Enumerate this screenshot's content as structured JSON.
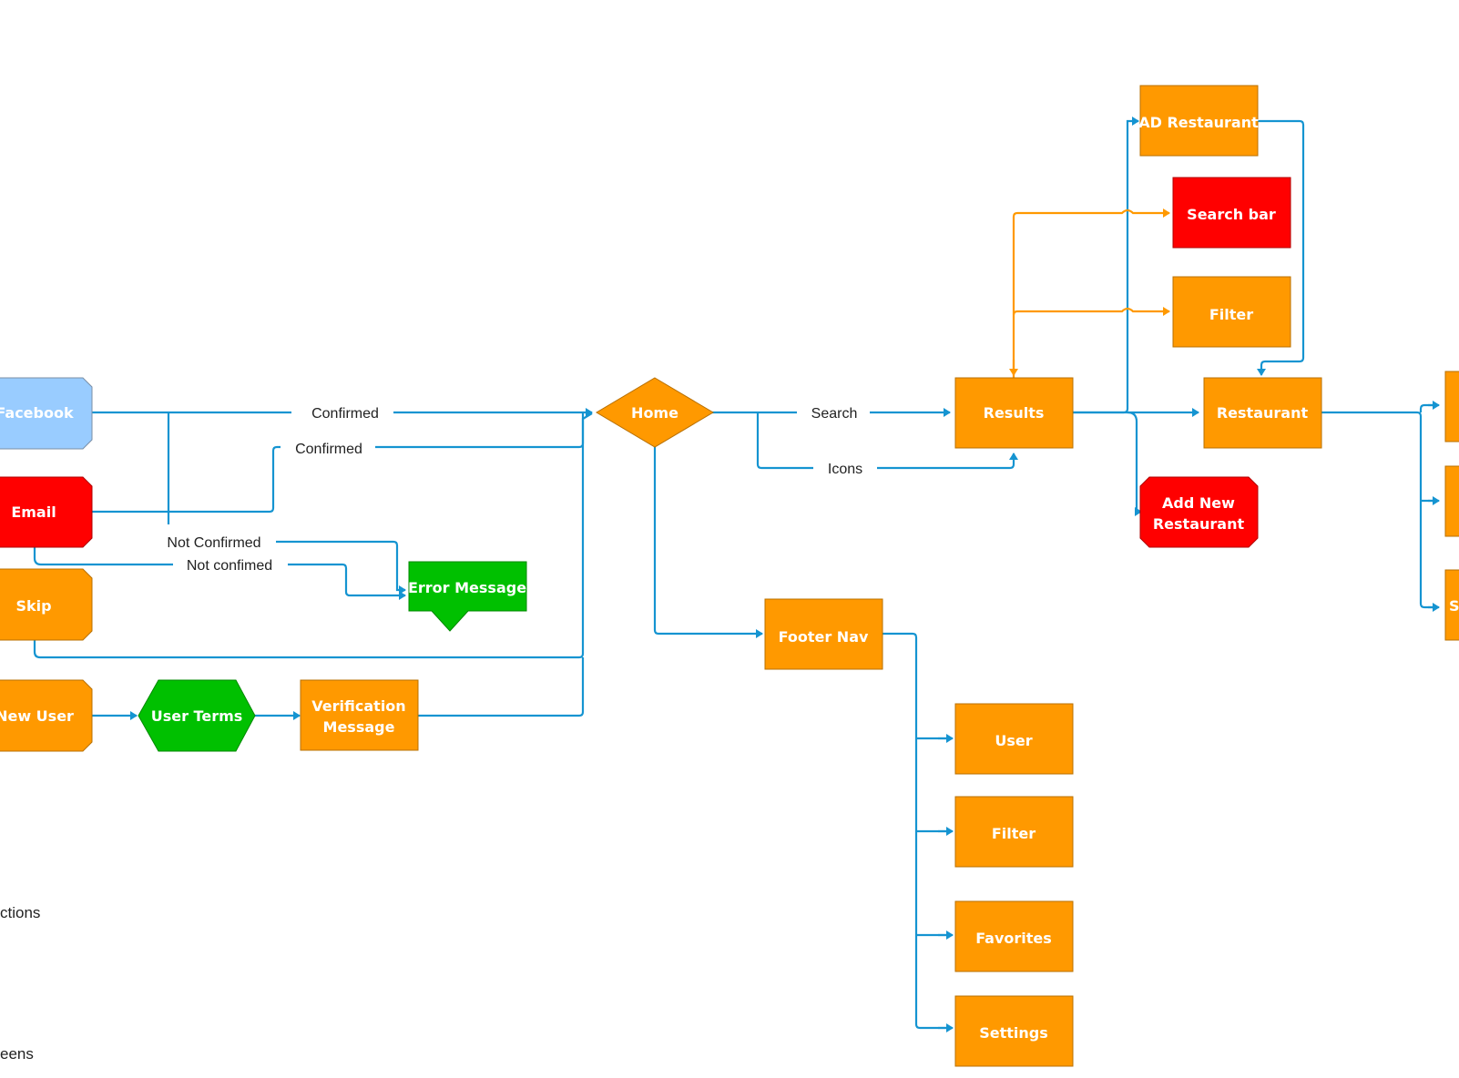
{
  "colors": {
    "orange": "#ff9900",
    "red": "#ff0000",
    "green": "#00c000",
    "light_blue": "#99ccff",
    "connector_blue": "#1594d1",
    "connector_orange": "#ff9900"
  },
  "nodes": {
    "facebook": "Facebook",
    "email": "Email",
    "skip": "Skip",
    "new_user": "New User",
    "user_terms": "User Terms",
    "verification_line1": "Verification",
    "verification_line2": "Message",
    "error_message": "Error Message",
    "home": "Home",
    "results": "Results",
    "restaurant": "Restaurant",
    "ad_restaurant": "AD Restaurant",
    "search_bar": "Search bar",
    "filter_top": "Filter",
    "add_new_line1": "Add New",
    "add_new_line2": "Restaurant",
    "footer_nav": "Footer Nav",
    "user": "User",
    "filter_bottom": "Filter",
    "favorites": "Favorites",
    "settings": "Settings",
    "partial_third_initial": "S"
  },
  "edge_labels": {
    "confirmed_facebook": "Confirmed",
    "confirmed_email": "Confirmed",
    "not_confirmed_upper": "Not Confirmed",
    "not_confirmed_lower": "Not confimed",
    "search": "Search",
    "icons": "Icons"
  },
  "legend": {
    "item1": "ctions",
    "item2": "eens"
  }
}
